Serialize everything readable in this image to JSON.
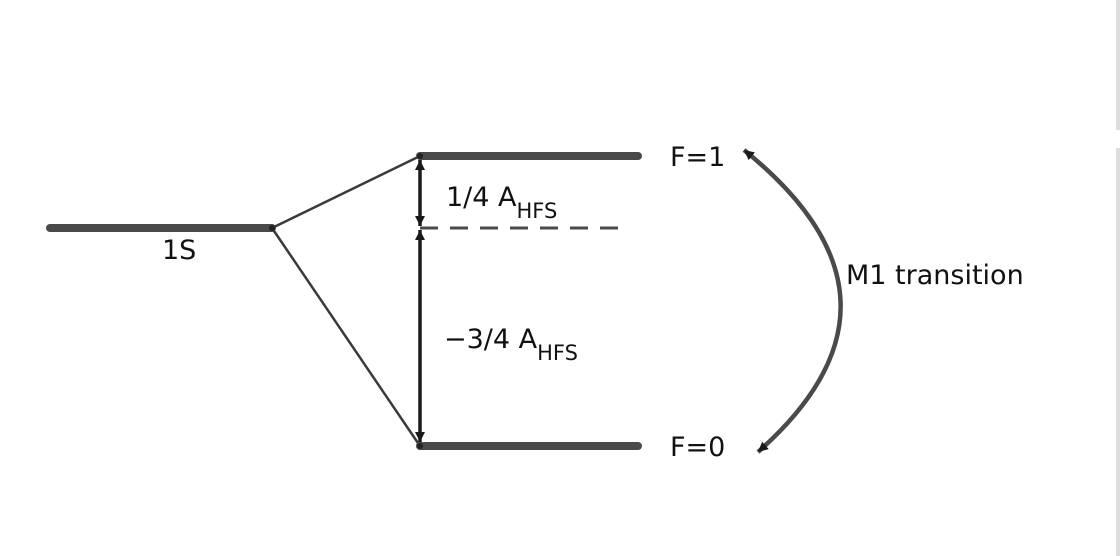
{
  "levels": {
    "ground": {
      "label": "1S"
    },
    "upper": {
      "label": "F=1"
    },
    "lower": {
      "label": "F=0"
    }
  },
  "splittings": {
    "upper_shift": {
      "coefficient": "1/4 A",
      "subscript": "HFS"
    },
    "lower_shift": {
      "coefficient": "−3/4 A",
      "subscript": "HFS"
    }
  },
  "transition": {
    "label": "M1 transition"
  },
  "colors": {
    "level_line": "#4a4a4a",
    "connector": "#3a3a3a",
    "arrow": "#1a1a1a",
    "arc": "#4a4a4a"
  }
}
